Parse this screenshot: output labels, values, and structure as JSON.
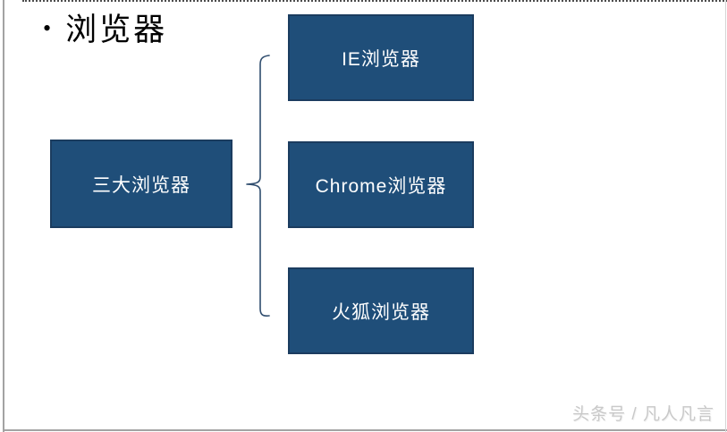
{
  "slide": {
    "title": {
      "bullet": "•",
      "text": "浏览器"
    },
    "left_box": {
      "label": "三大浏览器"
    },
    "right_boxes": [
      {
        "label": "IE浏览器"
      },
      {
        "label": "Chrome浏览器"
      },
      {
        "label": "火狐浏览器"
      }
    ],
    "watermark": {
      "text": "头条号 / 凡人凡言"
    },
    "colors": {
      "box_fill": "#1F4E79",
      "box_border": "#1B3C5F",
      "brace": "#2F4D6E",
      "title_text": "#000000",
      "box_text": "#FFFFFF",
      "watermark_text": "#C9C9C9",
      "frame_edge": "#A3A3A3",
      "top_dotted_border": "#4D4D4D"
    }
  }
}
